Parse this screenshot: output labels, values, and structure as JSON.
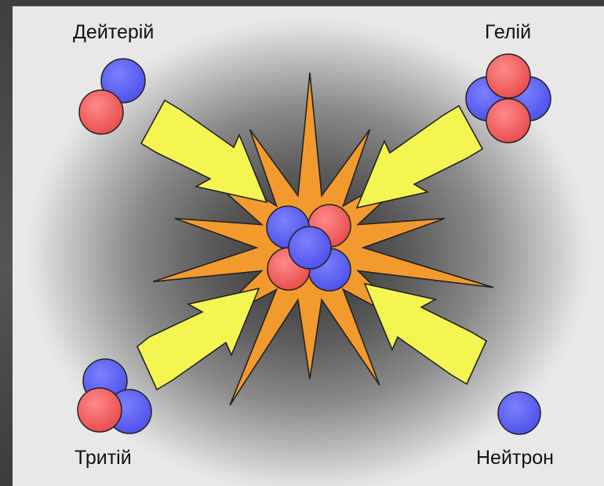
{
  "labels": {
    "deuterium": "Дейтерій",
    "helium": "Гелій",
    "tritium": "Тритій",
    "neutron": "Нейтрон"
  },
  "colors": {
    "proton": "#f05a5a",
    "neutron": "#5a5ef0",
    "burst": "#f39a2e",
    "arrow": "#f5f552",
    "outline": "#222222"
  },
  "icons": {
    "deuterium": "deuterium-nucleus-icon",
    "helium": "helium-nucleus-icon",
    "tritium": "tritium-nucleus-icon",
    "neutron": "neutron-particle-icon",
    "center": "fusing-nucleus-icon",
    "burst": "energy-burst-icon"
  }
}
